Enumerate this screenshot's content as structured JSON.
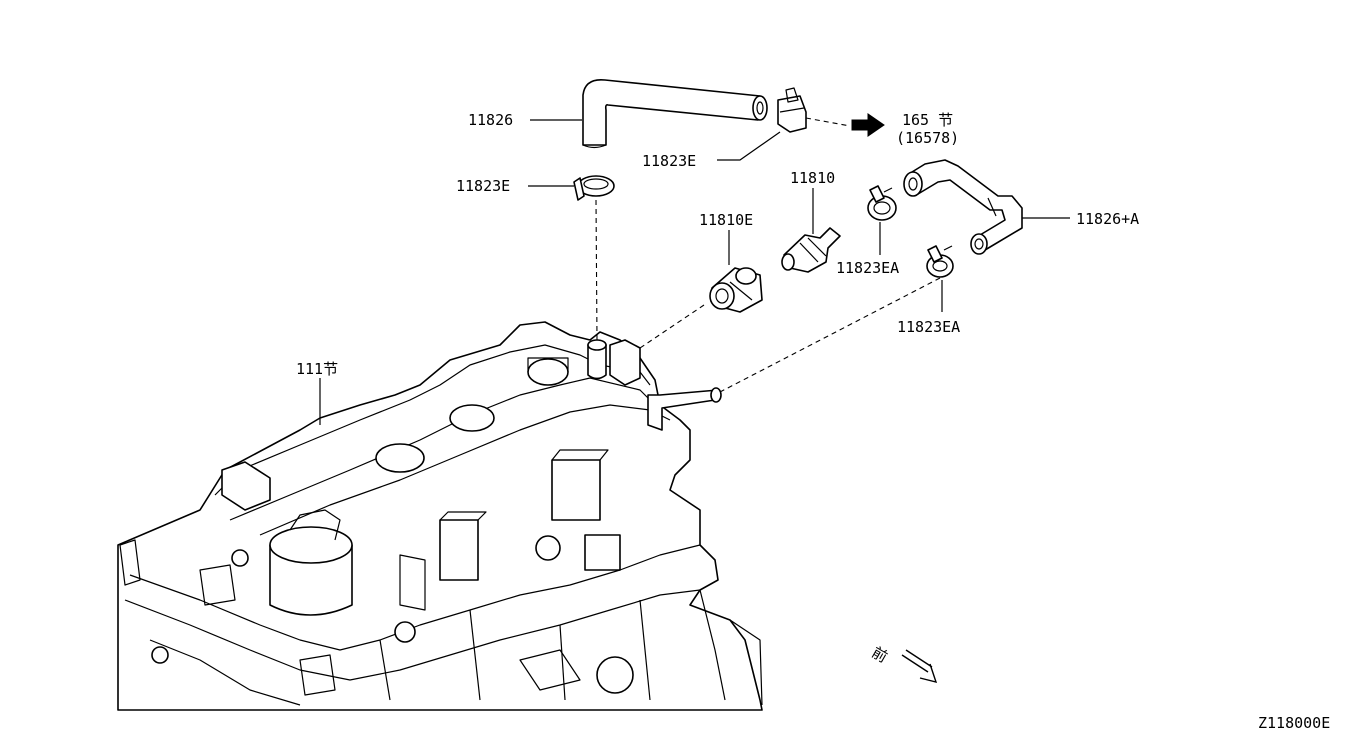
{
  "diagram": {
    "labels": {
      "hose_upper": "11826",
      "clamp_upper_right": "11823E",
      "clamp_upper_left": "11823E",
      "pcv_valve": "11810",
      "grommet": "11810E",
      "clamp_ea_upper": "11823EA",
      "clamp_ea_lower": "11823EA",
      "hose_right": "11826+A",
      "ref_section": "165 节",
      "ref_part": "(16578)",
      "engine_section": "111节",
      "front_marker": "前"
    },
    "diagram_code": "Z118000E"
  }
}
